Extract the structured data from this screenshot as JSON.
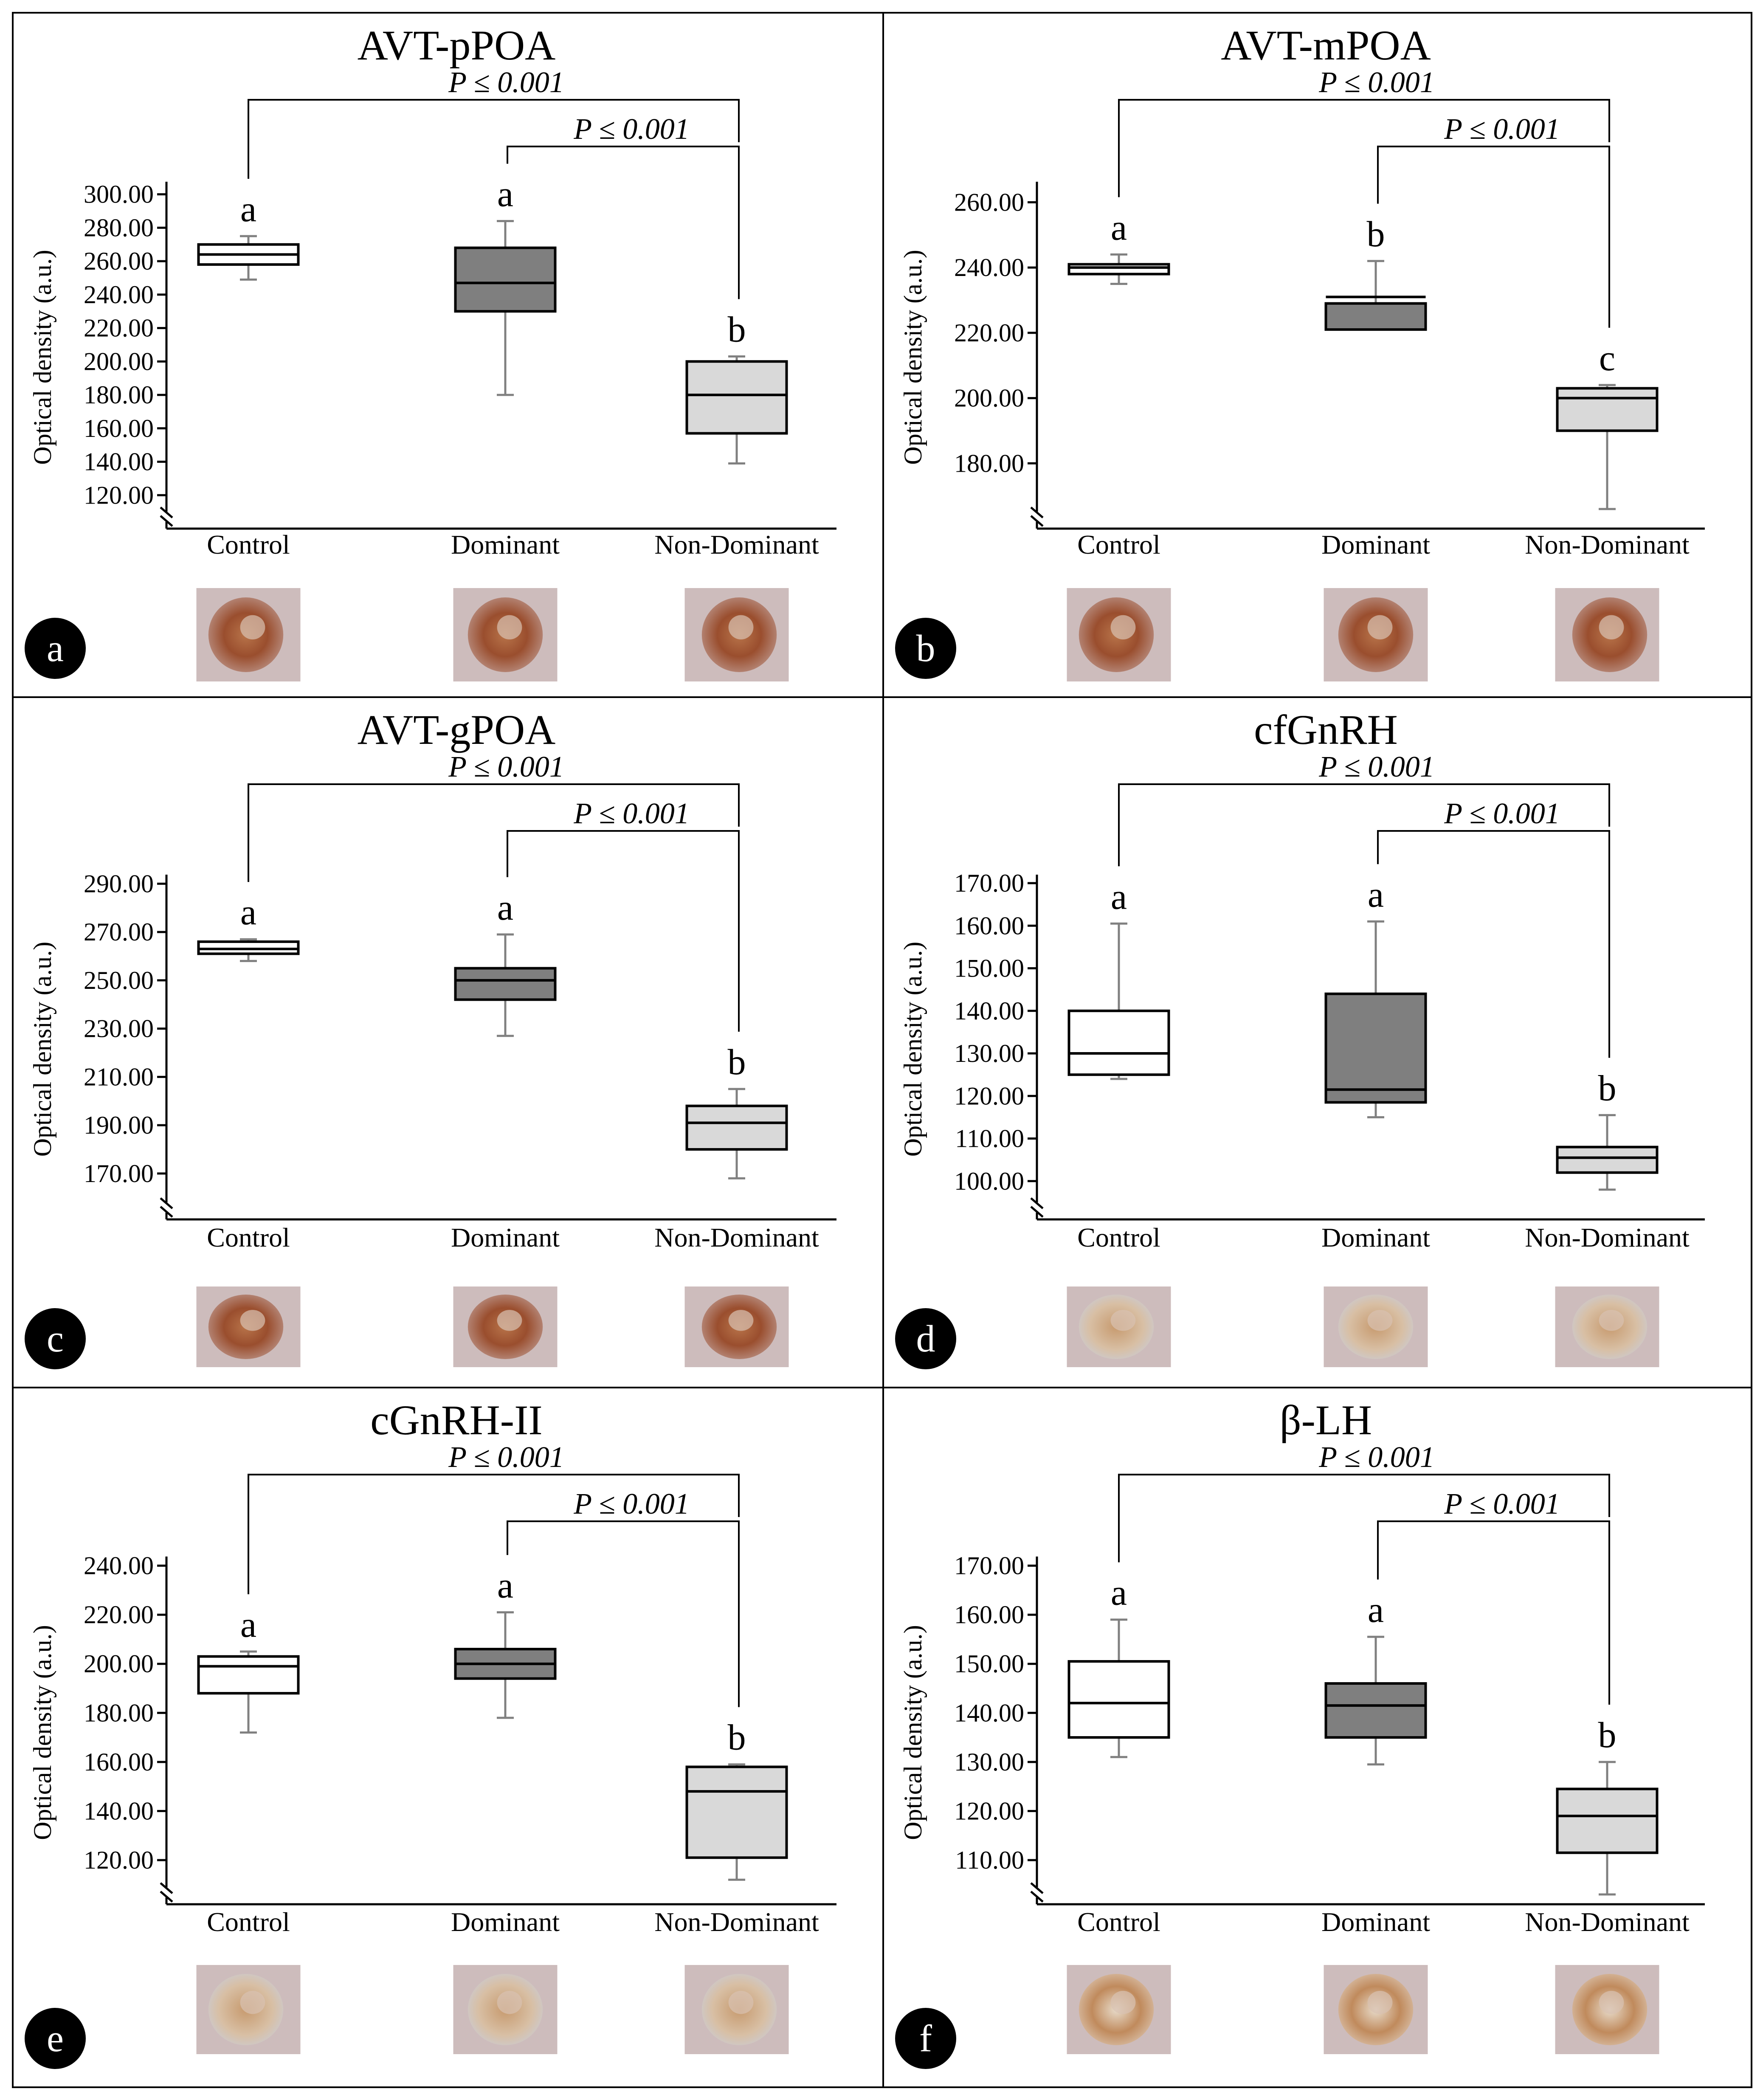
{
  "colors": {
    "control": "#ffffff",
    "dominant": "#7f7f7f",
    "non_dominant": "#d9d9d9",
    "whisker": "#808080"
  },
  "chart_data": [
    {
      "panel": "a",
      "type": "boxplot",
      "title": "AVT-pPOA",
      "ylabel": "Optical density (a.u.)",
      "yticks": [
        120,
        140,
        160,
        180,
        200,
        220,
        240,
        260,
        280,
        300
      ],
      "tick_labels": [
        "120.00",
        "140.00",
        "160.00",
        "180.00",
        "200.00",
        "220.00",
        "240.00",
        "260.00",
        "280.00",
        "300.00"
      ],
      "ylim": [
        100,
        305
      ],
      "categories": [
        "Control",
        "Dominant",
        "Non-Dominant"
      ],
      "boxes": [
        {
          "min": 249,
          "q1": 258,
          "median": 264,
          "q3": 270,
          "max": 275,
          "letter": "a",
          "color": "#ffffff"
        },
        {
          "min": 180,
          "q1": 230,
          "median": 247,
          "q3": 268,
          "max": 284,
          "letter": "a",
          "color": "#7f7f7f"
        },
        {
          "min": 139,
          "q1": 157,
          "median": 180,
          "q3": 200,
          "max": 203,
          "letter": "b",
          "color": "#d9d9d9"
        }
      ],
      "comparisons": [
        {
          "from": "Control",
          "to": "Non-Dominant",
          "label": "P ≤ 0.001"
        },
        {
          "from": "Dominant",
          "to": "Non-Dominant",
          "label": "P ≤ 0.001"
        }
      ]
    },
    {
      "panel": "b",
      "type": "boxplot",
      "title": "AVT-mPOA",
      "ylabel": "Optical density (a.u.)",
      "yticks": [
        180,
        200,
        220,
        240,
        260
      ],
      "tick_labels": [
        "180.00",
        "200.00",
        "220.00",
        "240.00",
        "260.00"
      ],
      "ylim": [
        160,
        265
      ],
      "categories": [
        "Control",
        "Dominant",
        "Non-Dominant"
      ],
      "boxes": [
        {
          "min": 235,
          "q1": 238,
          "median": 240,
          "q3": 241,
          "max": 244,
          "letter": "a",
          "color": "#ffffff"
        },
        {
          "min": 228,
          "q1": 229,
          "median": 231,
          "q3": 221,
          "max": 242,
          "letter": "b",
          "color": "#7f7f7f"
        },
        {
          "min": 166,
          "q1": 190,
          "median": 200,
          "q3": 203,
          "max": 204,
          "letter": "c",
          "color": "#d9d9d9"
        }
      ],
      "comparisons": [
        {
          "from": "Control",
          "to": "Non-Dominant",
          "label": "P ≤ 0.001"
        },
        {
          "from": "Dominant",
          "to": "Non-Dominant",
          "label": "P ≤ 0.001"
        }
      ]
    },
    {
      "panel": "c",
      "type": "boxplot",
      "title": "AVT-gPOA",
      "ylabel": "Optical density (a.u.)",
      "yticks": [
        170,
        190,
        210,
        230,
        250,
        270,
        290
      ],
      "tick_labels": [
        "170.00",
        "190.00",
        "210.00",
        "230.00",
        "250.00",
        "270.00",
        "290.00"
      ],
      "ylim": [
        151,
        292
      ],
      "categories": [
        "Control",
        "Dominant",
        "Non-Dominant"
      ],
      "boxes": [
        {
          "min": 258,
          "q1": 261,
          "median": 263,
          "q3": 266,
          "max": 267,
          "letter": "a",
          "color": "#ffffff"
        },
        {
          "min": 227,
          "q1": 242,
          "median": 250,
          "q3": 255,
          "max": 269,
          "letter": "a",
          "color": "#7f7f7f"
        },
        {
          "min": 168,
          "q1": 180,
          "median": 191,
          "q3": 198,
          "max": 205,
          "letter": "b",
          "color": "#d9d9d9"
        }
      ],
      "comparisons": [
        {
          "from": "Control",
          "to": "Non-Dominant",
          "label": "P ≤ 0.001"
        },
        {
          "from": "Dominant",
          "to": "Non-Dominant",
          "label": "P ≤ 0.001"
        }
      ]
    },
    {
      "panel": "d",
      "type": "boxplot",
      "title": "cfGnRH",
      "ylabel": "Optical density (a.u.)",
      "yticks": [
        100,
        110,
        120,
        130,
        140,
        150,
        160,
        170
      ],
      "tick_labels": [
        "100.00",
        "110.00",
        "120.00",
        "130.00",
        "140.00",
        "150.00",
        "160.00",
        "170.00"
      ],
      "ylim": [
        91,
        171
      ],
      "categories": [
        "Control",
        "Dominant",
        "Non-Dominant"
      ],
      "boxes": [
        {
          "min": 124,
          "q1": 125,
          "median": 130,
          "q3": 140,
          "max": 160.5,
          "letter": "a",
          "color": "#ffffff"
        },
        {
          "min": 115,
          "q1": 118.5,
          "median": 121.5,
          "q3": 144,
          "max": 161,
          "letter": "a",
          "color": "#7f7f7f"
        },
        {
          "min": 98,
          "q1": 102,
          "median": 105.5,
          "q3": 108,
          "max": 115.5,
          "letter": "b",
          "color": "#d9d9d9"
        }
      ],
      "comparisons": [
        {
          "from": "Control",
          "to": "Non-Dominant",
          "label": "P ≤ 0.001"
        },
        {
          "from": "Dominant",
          "to": "Non-Dominant",
          "label": "P ≤ 0.001"
        }
      ]
    },
    {
      "panel": "e",
      "type": "boxplot",
      "title": "cGnRH-II",
      "ylabel": "Optical density (a.u.)",
      "yticks": [
        120,
        140,
        160,
        180,
        200,
        220,
        240
      ],
      "tick_labels": [
        "120.00",
        "140.00",
        "160.00",
        "180.00",
        "200.00",
        "220.00",
        "240.00"
      ],
      "ylim": [
        102,
        242
      ],
      "categories": [
        "Control",
        "Dominant",
        "Non-Dominant"
      ],
      "boxes": [
        {
          "min": 172,
          "q1": 188,
          "median": 199,
          "q3": 203,
          "max": 205,
          "letter": "a",
          "color": "#ffffff"
        },
        {
          "min": 178,
          "q1": 194,
          "median": 200,
          "q3": 206,
          "max": 221,
          "letter": "a",
          "color": "#7f7f7f"
        },
        {
          "min": 112,
          "q1": 121,
          "median": 148,
          "q3": 158,
          "max": 159,
          "letter": "b",
          "color": "#d9d9d9"
        }
      ],
      "comparisons": [
        {
          "from": "Control",
          "to": "Non-Dominant",
          "label": "P ≤ 0.001"
        },
        {
          "from": "Dominant",
          "to": "Non-Dominant",
          "label": "P ≤ 0.001"
        }
      ]
    },
    {
      "panel": "f",
      "type": "boxplot",
      "title": "β-LH",
      "ylabel": "Optical density (a.u.)",
      "yticks": [
        110,
        120,
        130,
        140,
        150,
        160,
        170
      ],
      "tick_labels": [
        "110.00",
        "120.00",
        "130.00",
        "140.00",
        "150.00",
        "160.00",
        "170.00"
      ],
      "ylim": [
        101,
        171
      ],
      "categories": [
        "Control",
        "Dominant",
        "Non-Dominant"
      ],
      "boxes": [
        {
          "min": 131,
          "q1": 135,
          "median": 142,
          "q3": 150.5,
          "max": 159,
          "letter": "a",
          "color": "#ffffff"
        },
        {
          "min": 129.5,
          "q1": 135,
          "median": 141.5,
          "q3": 146,
          "max": 155.5,
          "letter": "a",
          "color": "#7f7f7f"
        },
        {
          "min": 103,
          "q1": 111.5,
          "median": 119,
          "q3": 124.5,
          "max": 130,
          "letter": "b",
          "color": "#d9d9d9"
        }
      ],
      "comparisons": [
        {
          "from": "Control",
          "to": "Non-Dominant",
          "label": "P ≤ 0.001"
        },
        {
          "from": "Dominant",
          "to": "Non-Dominant",
          "label": "P ≤ 0.001"
        }
      ]
    }
  ]
}
